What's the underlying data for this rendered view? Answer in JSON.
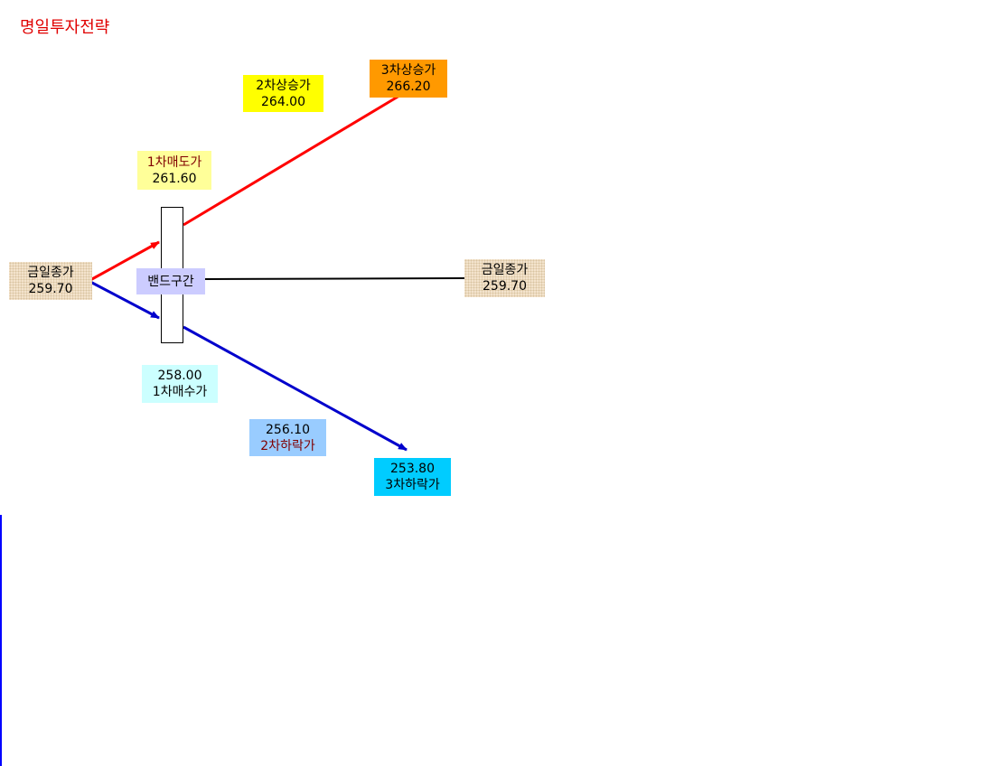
{
  "title": "명일투자전략",
  "labels": {
    "today_close_left": {
      "name": "금일종가",
      "value": "259.70"
    },
    "today_close_right": {
      "name": "금일종가",
      "value": "259.70"
    },
    "band": "밴드구간",
    "sell1": {
      "name": "1차매도가",
      "value": "261.60"
    },
    "rise2": {
      "name": "2차상승가",
      "value": "264.00"
    },
    "rise3": {
      "name": "3차상승가",
      "value": "266.20"
    },
    "buy1": {
      "value": "258.00",
      "name": "1차매수가"
    },
    "fall2": {
      "value": "256.10",
      "name": "2차하락가"
    },
    "fall3": {
      "value": "253.80",
      "name": "3차하락가"
    }
  },
  "colors": {
    "title": "#e00000",
    "up_arrow": "#ff0000",
    "down_arrow": "#0000cc",
    "flat_line": "#000000",
    "sell1_box": "#ffff99",
    "rise2_box": "#ffff00",
    "rise3_box": "#ff9900",
    "buy1_box": "#ccffff",
    "fall2_box": "#99ccff",
    "fall3_box": "#00ccff",
    "band_box": "#ccccff",
    "close_box": "#f3e3cc"
  }
}
